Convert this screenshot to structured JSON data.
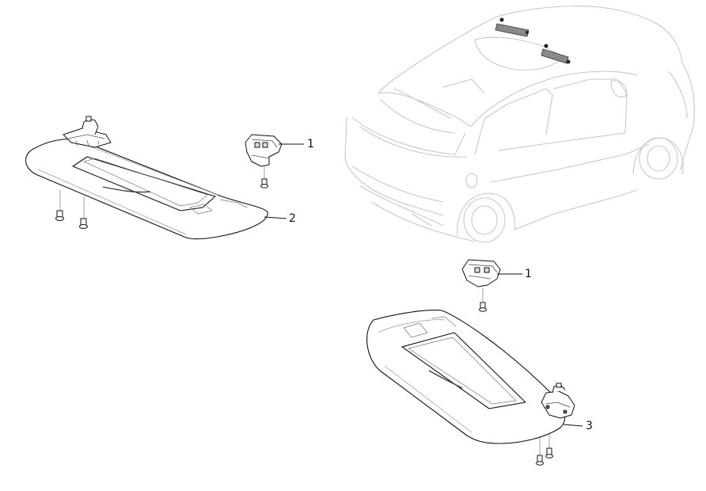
{
  "callouts": [
    {
      "id": "c1a",
      "label": "1"
    },
    {
      "id": "c2",
      "label": "2"
    },
    {
      "id": "c1b",
      "label": "1"
    },
    {
      "id": "c3",
      "label": "3"
    }
  ],
  "colors": {
    "outline": "#111111",
    "ghost": "#c8c8c8",
    "roof_part": "#6d6d6d"
  }
}
